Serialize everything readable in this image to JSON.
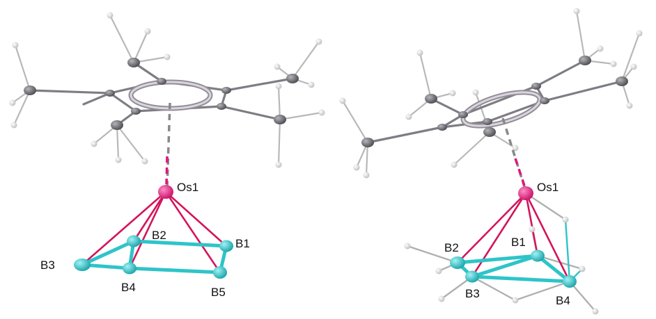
{
  "colors": {
    "carbon": "#6e6e72",
    "hydrogen": "#e4e4e4",
    "osmium": "#e0177b",
    "boron": "#2ec4c9",
    "bond": "#7d7d84",
    "os_boron_bond": "#d4145a",
    "boron_hydrogen": "#b0b0b0"
  },
  "left_structure": {
    "metal_label": "Os1",
    "boron_labels": [
      "B1",
      "B2",
      "B3",
      "B4",
      "B5"
    ]
  },
  "right_structure": {
    "metal_label": "Os1",
    "boron_labels": [
      "B1",
      "B2",
      "B3",
      "B4"
    ]
  }
}
